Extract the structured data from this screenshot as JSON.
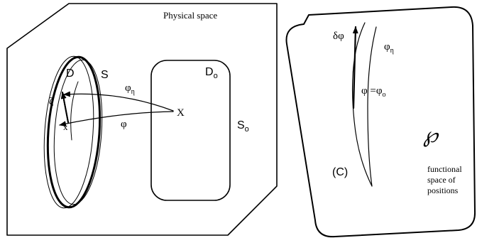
{
  "left_panel": {
    "title": "Physical space",
    "region_D": "D",
    "boundary_S": "S",
    "region_D0": "D",
    "region_D0_sub": "o",
    "boundary_S0": "S",
    "boundary_S0_sub": "o",
    "point_X": "X",
    "point_x": "x",
    "zeta": "ζ",
    "phi_eta": "φ",
    "phi_eta_sub": "η",
    "phi": "φ"
  },
  "right_panel": {
    "delta_phi": "δφ",
    "phi_eta": "φ",
    "phi_eta_sub": "η",
    "phi_eq_lhs": "φ =φ",
    "phi_eq_sub": "o",
    "script_P": "℘",
    "curve_C": "(C)",
    "caption_line1": "functional",
    "caption_line2": "space of",
    "caption_line3": "positions"
  }
}
